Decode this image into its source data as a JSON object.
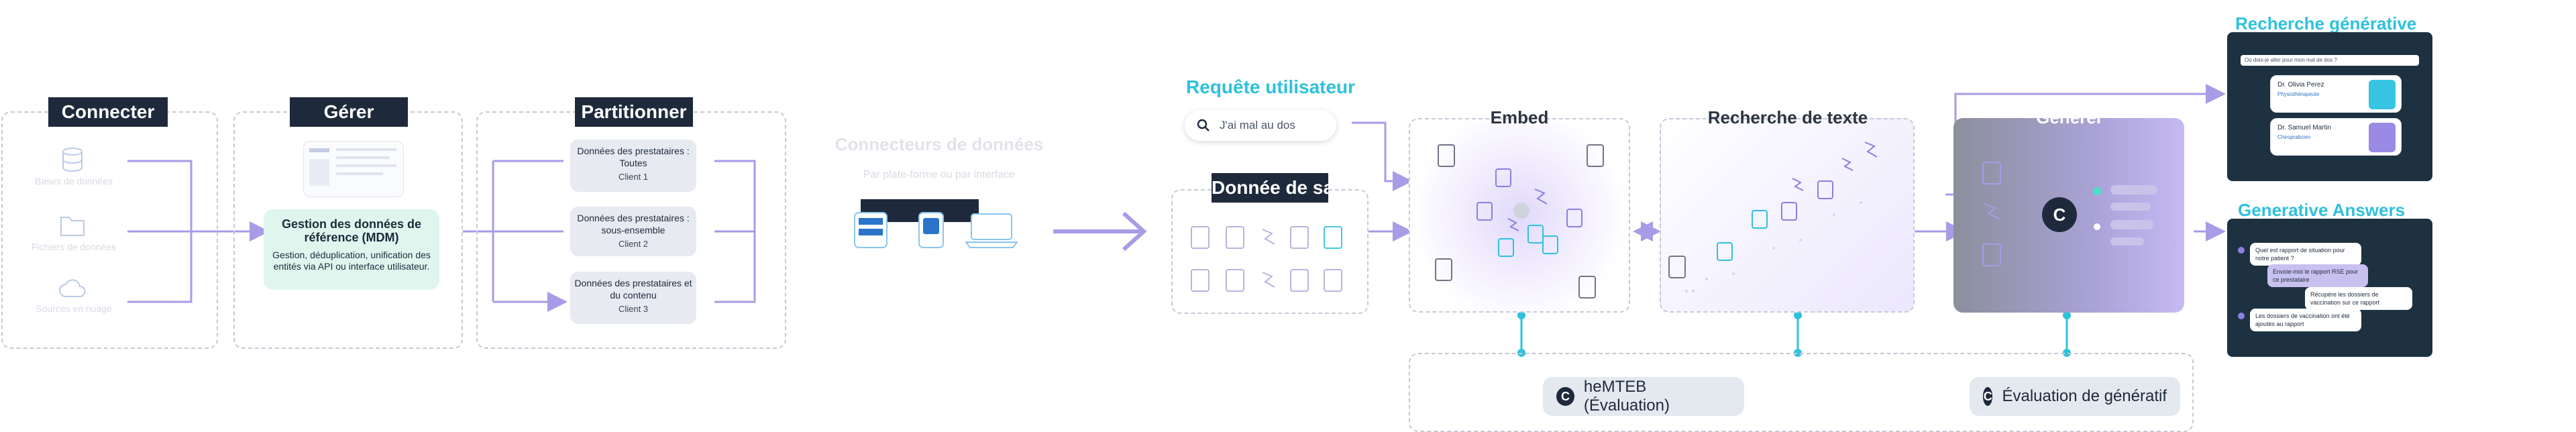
{
  "stages": {
    "connect": {
      "title": "Connecter",
      "sources": [
        "Bases de données",
        "Fichiers de données",
        "Sources en nuage"
      ]
    },
    "manage": {
      "title": "Gérer",
      "mdm_title": "Gestion des données de référence (MDM)",
      "mdm_desc": "Gestion, déduplication, unification des entités via API ou interface utilisateur."
    },
    "partition": {
      "title": "Partitionner",
      "items": [
        {
          "label": "Données des prestataires : Toutes",
          "client": "Client 1"
        },
        {
          "label": "Données des prestataires : sous-ensemble",
          "client": "Client 2"
        },
        {
          "label": "Données des prestataires et du contenu",
          "client": "Client 3"
        }
      ]
    },
    "connectors": {
      "title": "Connecteurs de données",
      "subtitle": "Par plate-forme ou par interface"
    },
    "health": {
      "title": "Donnée de santé"
    },
    "query": {
      "title": "Requête utilisateur",
      "text": "J'ai mal au dos"
    },
    "embed": {
      "title": "Embed"
    },
    "search": {
      "title": "Recherche de texte"
    },
    "generate": {
      "title": "Générer"
    },
    "eval": {
      "hemteb": "heMTEB (Évaluation)",
      "gen": "Évaluation de génératif"
    }
  },
  "outputs": {
    "genSearch": {
      "title": "Recherche générative",
      "query": "Où dois-je aller pour mon mal de dos ?",
      "doctors": [
        {
          "name": "Dr. Olivia Perez",
          "spec": "Physiothérapeute"
        },
        {
          "name": "Dr. Samuel Martin",
          "spec": "Chiropraticien"
        }
      ]
    },
    "genAnswers": {
      "title": "Generative Answers",
      "messages": [
        "Quel est rapport de situation pour notre patient ?",
        "Envoie-moi le rapport RSE pour ce prestataire",
        "Récupère les dossiers de vaccination sur ce rapport",
        "Les dossiers de vaccination ont été ajoutés au rapport"
      ]
    }
  },
  "colors": {
    "accent": "#2ec1de",
    "arrow": "#a99be6",
    "header": "#1e2a3b",
    "mdm": "#dff6ee"
  }
}
